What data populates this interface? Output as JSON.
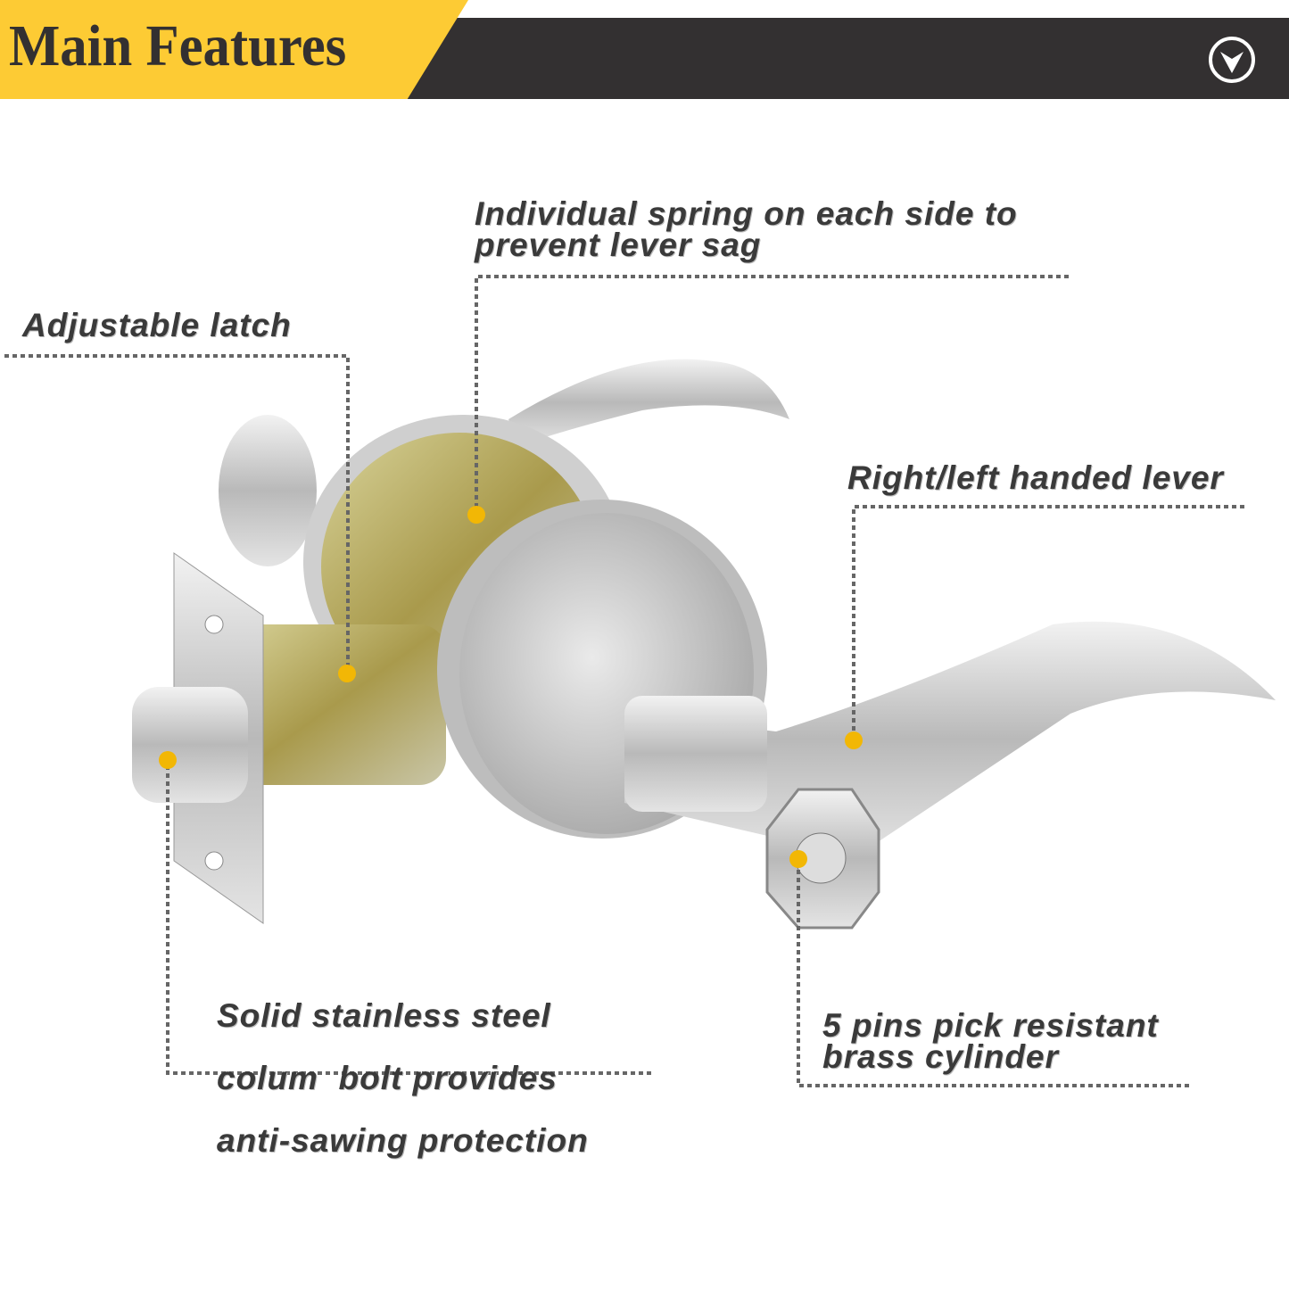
{
  "header": {
    "title": "Main Features",
    "icon": "chevron-down-circle-icon"
  },
  "colors": {
    "accent": "#fdcb34",
    "bar": "#333031",
    "dot": "#f2b705"
  },
  "callouts": {
    "spring": [
      "Individual spring on each side to",
      "prevent lever sag"
    ],
    "latch": [
      "Adjustable latch"
    ],
    "lever": [
      "Right/left handed lever"
    ],
    "bolt": [
      "Solid stainless steel",
      "colum  bolt provides",
      "anti-sawing protection"
    ],
    "cylinder": [
      "5 pins pick resistant",
      "brass cylinder"
    ]
  }
}
